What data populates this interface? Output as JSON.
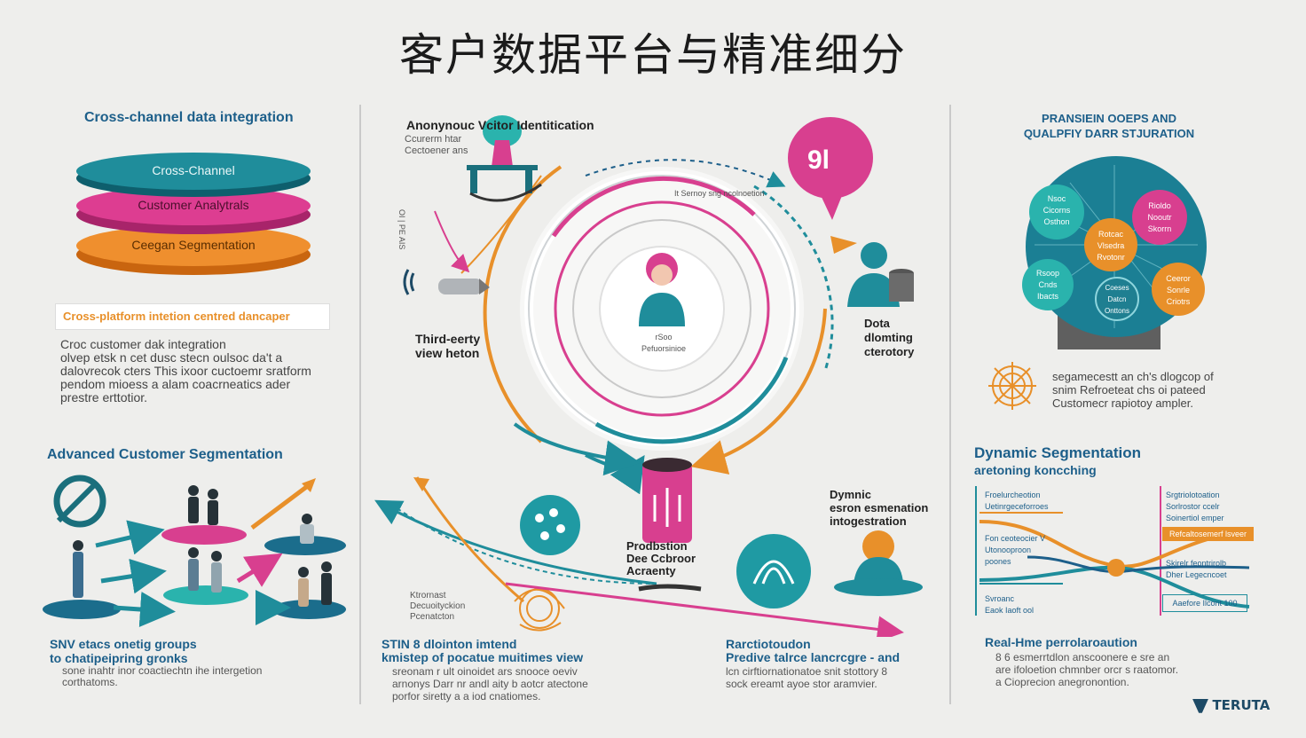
{
  "title": "客户数据平台与精准细分",
  "left": {
    "heading": "Cross-channel data integration",
    "layers": [
      "Cross-Channel",
      "Customer Analytrals",
      "Ceegan Segmentation"
    ],
    "highlight": "Cross-platform intetion centred dancaper",
    "paragraph": "Croc customer dak integration\nolvep etsk n cet dusc stecn oulsoc da't a\ndalovrecok cters This ixoor cuctoemr sratform\npendom mioess a alam coacrneatics ader\nprestre erttotior.",
    "seg_heading": "Advanced Customer Segmentation",
    "seg_caption_title": "SNV etacs onetig groups\nto chatipeipring gronks",
    "seg_caption_body": "sone inahtr inor coactiechtn ihe intergetion\ncorthatoms."
  },
  "center": {
    "anon_heading": "Anonynouc Vcitor Identitication",
    "anon_sub": "Ccurerm htar\nCectoener ans",
    "third_party": "Third-eerty\nview heton",
    "data_cleaning": "Dota\ndlomting\ncterotory",
    "ring_text_top": "It Sernoy sng ncolnoetion",
    "person_label": "rSoo\nPefuorsinioe",
    "vertical_label": "OI | PE AIS",
    "predict_label": "Prodbstion\nDee Ccbroor\nAcraenty",
    "dynamic_label": "Dymnic\nesron esmenation\nintogestration",
    "legend": "Ktrornast\nDecuoityckion\nPcenatcton",
    "caption_left_title": "STIN 8 dlointon imtend\nkmistep of pocatue muitimes view",
    "caption_left_body": "sreonam r ult oinoidet ars snooce oeviv\narnonys Darr nr andl aity b aotcr atectone\nporfor siretty a a iod cnatiomes.",
    "caption_right_title": "Rarctiotoudon\nPredive talrce lancrcgre - and",
    "caption_right_body": "lcn cirftiornationatoe snit stottory 8\nsock ereamt ayoe stor aramvier."
  },
  "right": {
    "heading": "PRANSIEIN OOEPS AND\nQUALPFIY DARR STJURATION",
    "bubbles": [
      "Nsoc\nCicorns\nOsthon",
      "Rotcac\nVlsedra\nRvotonr",
      "Rioldo\nNooutr\nSkorrn",
      "Rsoop\nCnds\nIbacts",
      "Coeses\nDatcn\nOnttons",
      "Ceeror\nSonrle\nCriotrs"
    ],
    "caption": "segamecestt an ch's dlogcop of\nsnim Refroeteat chs oi pateed\nCustomecr rapiotoy ampler.",
    "dyn_heading": "Dynamic Segmentation",
    "dyn_sub": "aretoning koncching",
    "flow_left": [
      "Froelurcheotion\nUetinrgeceforroes",
      "Fon ceoteocier V\nUtonooproon\npoones",
      "Svroanc\nEaok Iaoft ool"
    ],
    "flow_right": [
      "Srgtriolotoation\nSorlrostor ccelr\nSoinertiol emper",
      "Refcaltosemerf lsveer",
      "Skirelr feontrirolb\nDher Legecncoet",
      "Aaefore Ilcont 100"
    ],
    "rt_title": "Real-Hme perrolaroaution",
    "rt_body": "8 6 esmerrtdlon anscoonere e sre an\nare ifoloetion chmnber orcr s raatomor.\na  Cioprecion anegronontion.",
    "logo": "TERUTA"
  },
  "colors": {
    "teal": "#1a8d96",
    "magenta": "#d83f8f",
    "orange": "#e8902a",
    "navy": "#1d5f8a"
  }
}
